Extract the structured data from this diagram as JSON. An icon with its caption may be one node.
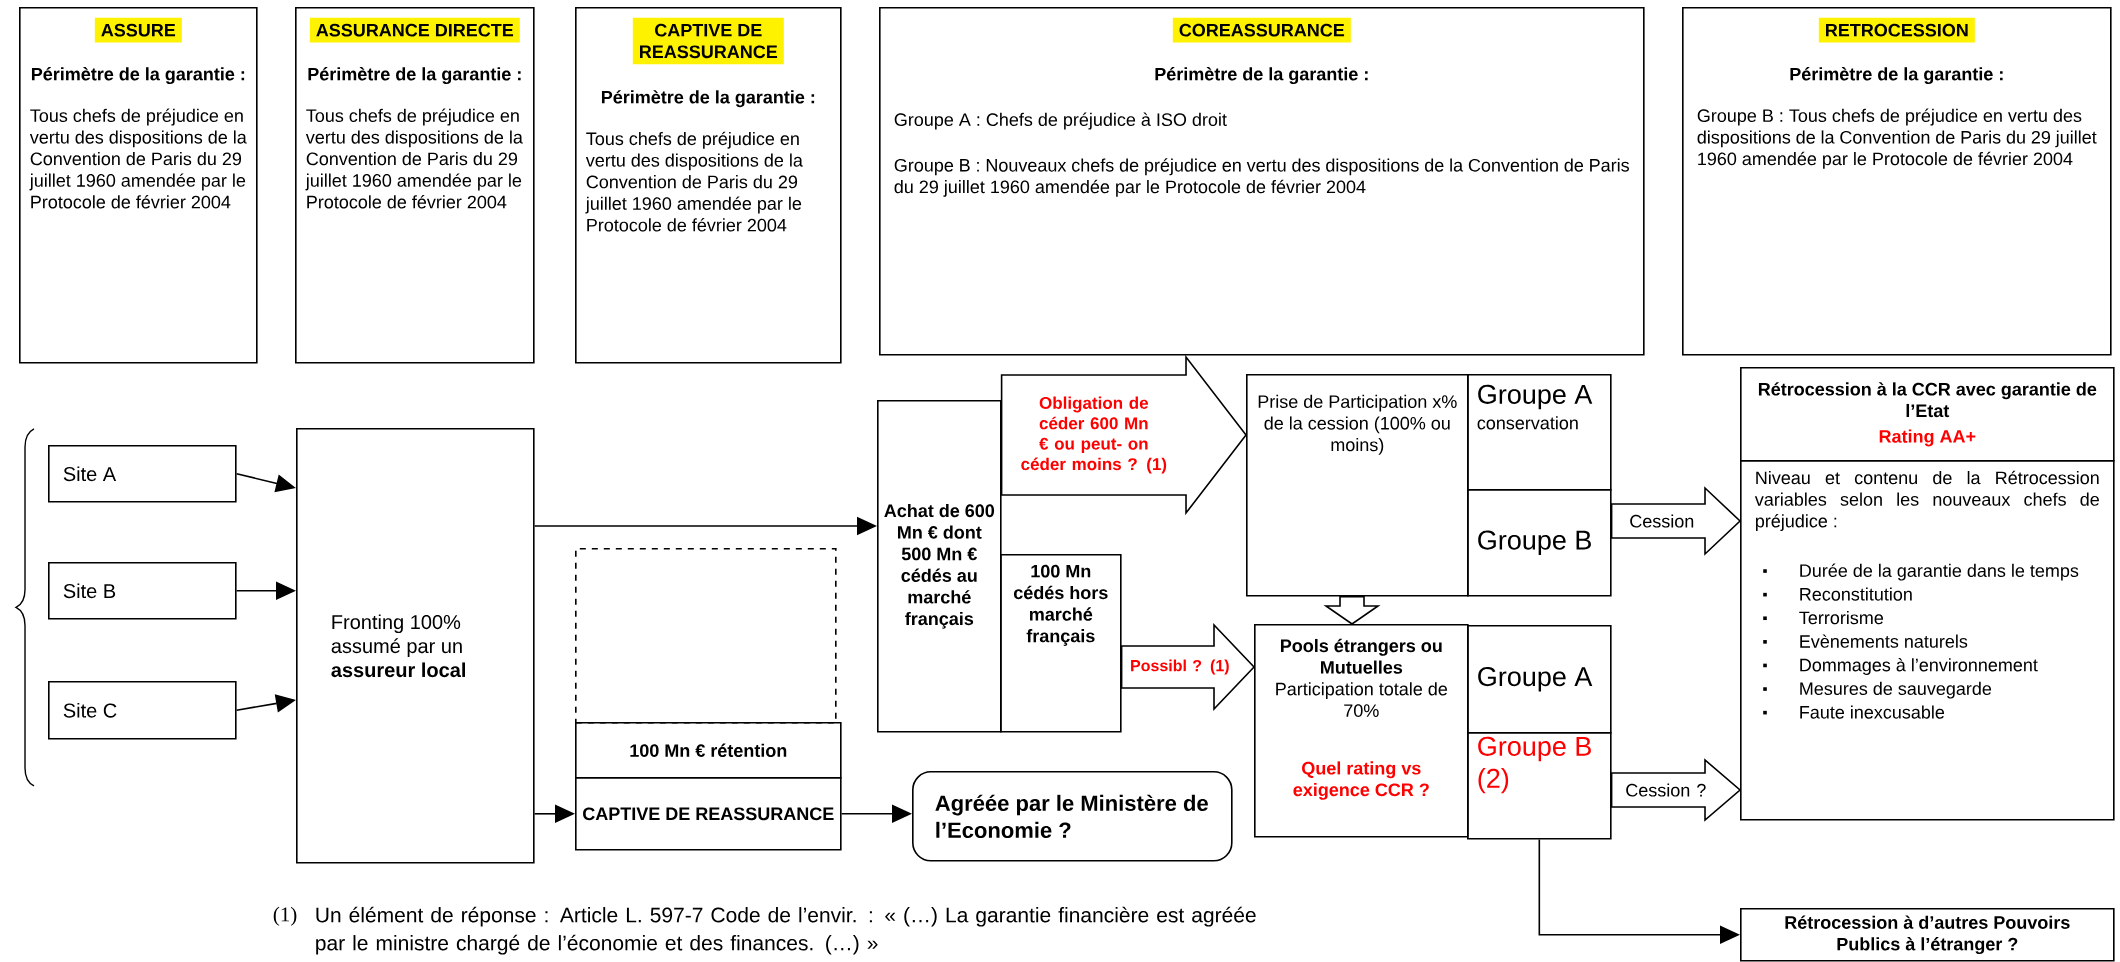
{
  "diagram": {
    "nodes": [
      {
        "text": [
          "ASSURE",
          "Périmètre de la garantie :",
          "Tous chefs de préjudice en vertu des dispositions de la Convention de Paris du 29 juillet 1960 amendée par le Protocole de février 2004"
        ]
      },
      {
        "text": [
          "ASSURANCE DIRECTE",
          "Périmètre de la garantie :",
          "Tous chefs de préjudice en vertu des dispositions de la Convention de Paris du 29 juillet 1960 amendée par le Protocole de février 2004"
        ]
      },
      {
        "text": [
          "CAPTIVE DE REASSURANCE",
          "Périmètre de la garantie :",
          "Tous chefs de préjudice en vertu des dispositions de la Convention de Paris du 29 juillet 1960 amendée par le Protocole de février 2004"
        ]
      },
      {
        "text": [
          "COREASSURANCE",
          "Périmètre de la garantie :",
          "Groupe A : Chefs de préjudice à ISO droit",
          "Groupe B : Nouveaux chefs de préjudice en vertu des dispositions de la Convention de Paris du 29 juillet 1960 amendée par le Protocole de février 2004"
        ]
      },
      {
        "text": [
          "RETROCESSION",
          "Périmètre de la garantie :",
          "Groupe B : Tous chefs de préjudice en vertu des dispositions de la Convention de Paris du 29 juillet 1960 amendée par le Protocole de février 2004"
        ]
      },
      {
        "text": [
          "Site A"
        ]
      },
      {
        "text": [
          "Site B"
        ]
      },
      {
        "text": [
          "Site C"
        ]
      },
      {
        "text": [
          "Fronting 100% assumé par un **assureur local**"
        ]
      },
      {
        "text": [],
        "shape": "box"
      },
      {
        "text": [
          "100 Mn € rétention"
        ]
      },
      {
        "text": [
          "CAPTIVE DE REASSURANCE"
        ]
      },
      {
        "text": [
          "Achat de 600 Mn € dont 500 Mn € cédés au marché français"
        ]
      },
      {
        "text": [
          "100 Mn cédés hors marché français"
        ]
      },
      {
        "text": [
          "Prise de Participation x% de la cession (100% ou moins)"
        ]
      },
      {
        "text": [
          "Groupe A",
          "conservation"
        ]
      },
      {
        "text": [
          "Groupe B"
        ]
      },
      {
        "text": [
          "Pools étrangers ou Mutuelles",
          "Participation totale de 70%",
          "Quel rating vs exigence CCR ?"
        ]
      },
      {
        "text": [
          "Groupe A"
        ]
      },
      {
        "text": [
          "Groupe B (2)"
        ]
      },
      {
        "text": [
          "Agréée par le Ministère de l’Economie ?"
        ]
      },
      {
        "text": [
          "Rétrocession à la CCR avec garantie de l’Etat",
          "Rating AA+"
        ]
      },
      {
        "text": [
          "Niveau et contenu de la Rétrocession variables selon les nouveaux chefs de préjudice :",
          "Durée de la garantie dans le temps",
          "Reconstitution",
          "Terrorisme",
          "Evènements naturels",
          "Dommages à l’environnement",
          "Mesures de sauvegarde",
          "Faute inexcusable"
        ]
      },
      {
        "text": [
          "Rétrocession à d’autres Pouvoirs Publics à l’étranger ?"
        ]
      }
    ],
    "edges": [
      {
        "from": 5,
        "to": 8,
        "arrow": "to"
      },
      {
        "from": 6,
        "to": 8,
        "arrow": "to"
      },
      {
        "from": 7,
        "to": 8,
        "arrow": "to"
      },
      {
        "from": 8,
        "to": 12,
        "arrow": "to"
      },
      {
        "from": 8,
        "to": 11,
        "arrow": "to"
      },
      {
        "from": 11,
        "to": 20,
        "arrow": "to"
      },
      {
        "from": 12,
        "to": 14,
        "arrow": "to",
        "label": "Obligation de céder 600 Mn € ou peut- on céder moins ? (1)"
      },
      {
        "from": 13,
        "to": 17,
        "arrow": "to",
        "label": "Possibl ? (1)"
      },
      {
        "from": 14,
        "to": 17,
        "arrow": "to"
      },
      {
        "from": 16,
        "to": 22,
        "arrow": "to",
        "label": "Cession"
      },
      {
        "from": 19,
        "to": 22,
        "arrow": "to",
        "label": "Cession ?"
      },
      {
        "from": 19,
        "to": 23,
        "arrow": "to"
      }
    ],
    "labels": [
      "(1)",
      "Un élément de réponse : Article L. 597-7 Code de l’envir. : « (…) La garantie financière est agréée par le ministre chargé de l’économie et des finances. (…) »"
    ]
  }
}
